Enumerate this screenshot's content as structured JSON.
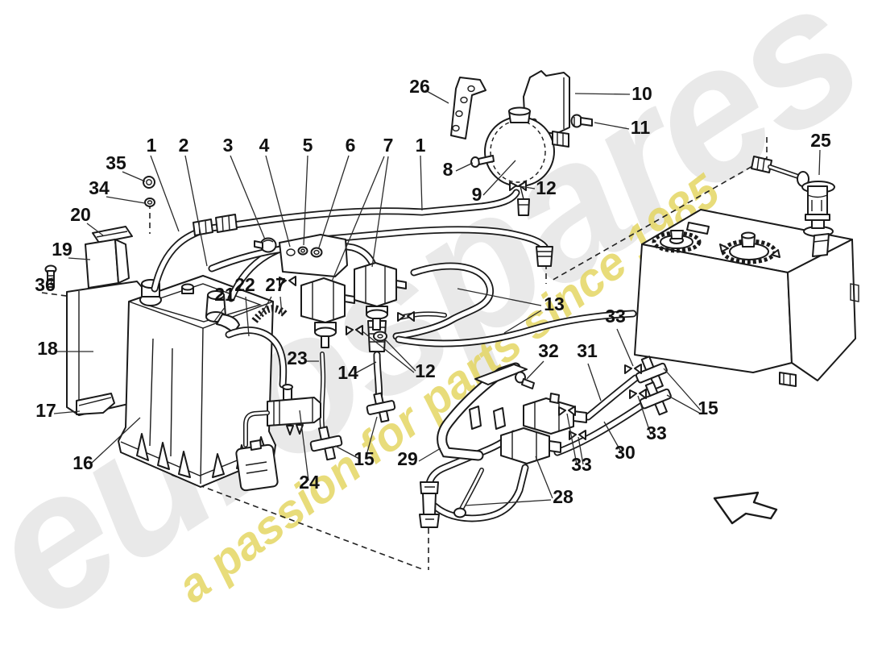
{
  "watermark": {
    "brand": "eurospares",
    "tagline": "a passion for parts since 1985",
    "brand_color": "#e9e9e9",
    "tagline_color": "#e3d45a"
  },
  "drawing": {
    "background": "#ffffff",
    "line_color": "#1a1a1a"
  },
  "callouts": [
    "1",
    "2",
    "3",
    "4",
    "5",
    "6",
    "7",
    "1",
    "26",
    "10",
    "11",
    "8",
    "9",
    "12",
    "25",
    "35",
    "34",
    "20",
    "19",
    "36",
    "18",
    "17",
    "16",
    "21",
    "22",
    "27",
    "23",
    "14",
    "12",
    "13",
    "15",
    "29",
    "24",
    "32",
    "31",
    "33",
    "15",
    "33",
    "30",
    "33",
    "28"
  ]
}
